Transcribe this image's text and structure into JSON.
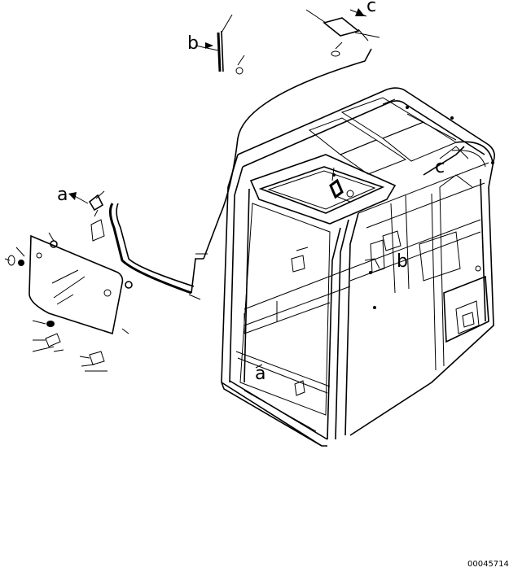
{
  "diagram": {
    "callout_labels": [
      {
        "id": "a",
        "text": "a"
      },
      {
        "id": "b",
        "text": "b"
      },
      {
        "id": "c",
        "text": "c"
      },
      {
        "id": "c2",
        "text": "c"
      },
      {
        "id": "b2",
        "text": "b"
      },
      {
        "id": "a2",
        "text": "a"
      }
    ],
    "drawing_number": "00045714"
  }
}
